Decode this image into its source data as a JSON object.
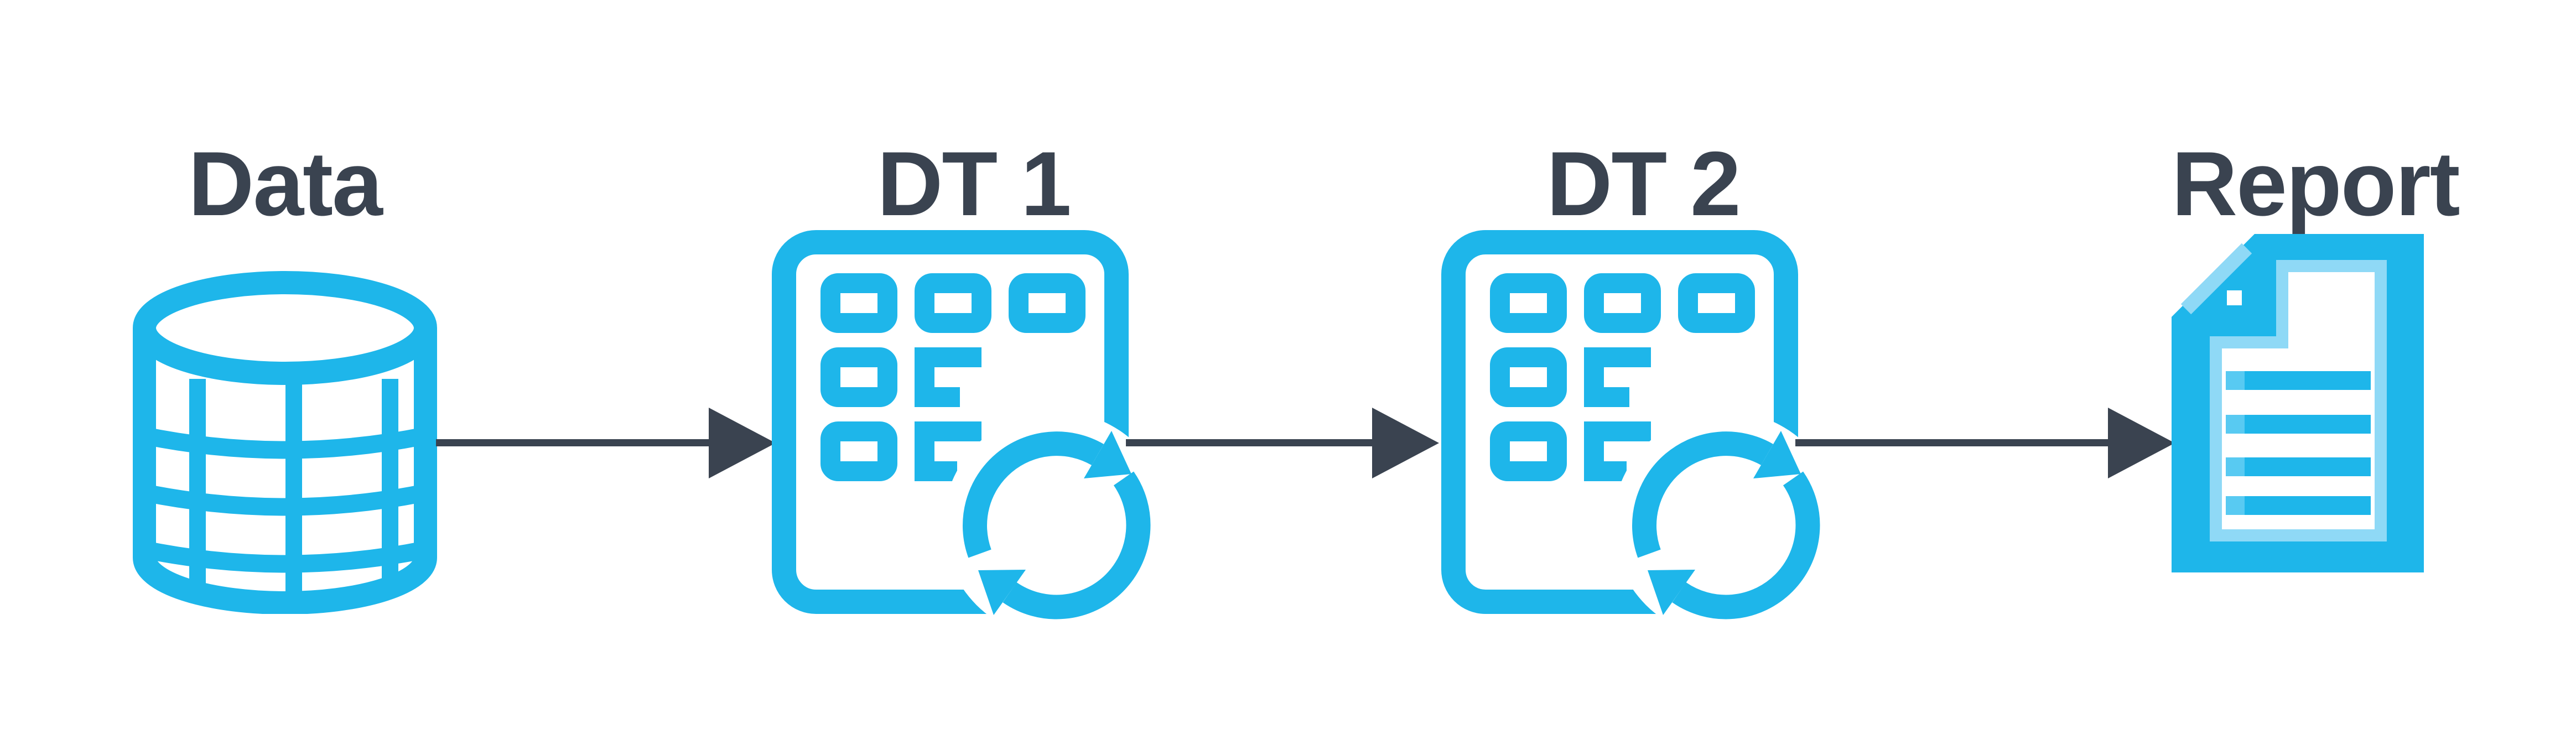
{
  "colors": {
    "cyan": "#1EB6EA",
    "cyan-light": "#8FD9F6",
    "cyan-mid": "#58CAF2",
    "dark": "#3A4350"
  },
  "nodes": [
    {
      "id": "data",
      "label": "Data",
      "icon": "database-table-icon"
    },
    {
      "id": "dt1",
      "label": "DT 1",
      "icon": "table-refresh-icon"
    },
    {
      "id": "dt2",
      "label": "DT 2",
      "icon": "table-refresh-icon"
    },
    {
      "id": "report",
      "label": "Report",
      "icon": "document-report-icon"
    }
  ],
  "arrows": [
    {
      "from": "data",
      "to": "dt1"
    },
    {
      "from": "dt1",
      "to": "dt2"
    },
    {
      "from": "dt2",
      "to": "report"
    }
  ]
}
